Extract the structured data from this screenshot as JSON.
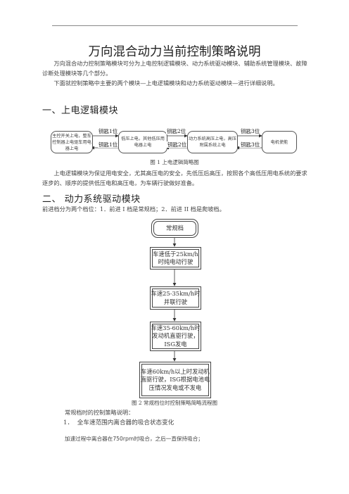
{
  "doc": {
    "title": "万向混合动力当前控制策略说明",
    "intro1": "万向混合动力控制策略模块可分为上电控制逻辑模块、动力系统驱动模块、辅助系统管理模块、故障诊断处理模块等几个部分。",
    "intro2": "下面就控制策略中主要的两个模块—上电逻辑模块和动力系统驱动模块—进行详细说明。",
    "section1": "一、上电逻辑模块",
    "fig1": {
      "boxes": [
        "主控开关上电，整车控制器上电驱车用电器上电",
        "低压上电，其他低压用电器上电",
        "动力系统高压上电，高压附属系统上电",
        "电机使能"
      ],
      "labels_top": [
        "钥匙1位",
        "钥匙2位",
        "钥匙3位"
      ],
      "labels_bottom": [
        "钥匙1位",
        "钥匙2位",
        "钥匙3位"
      ],
      "caption": "图 1  上电逻辑简略图"
    },
    "para1": "上电逻辑模块为保证用电安全，尤其高压电的安全，先低压后高压，按照各个高低压用电系统的要求逐步的、顺序的提供低压电和高压电，为车辆行驶做好准备。",
    "section2": "二、  动力系统驱动模块",
    "para2": "前进档分为两个档位：1．前进 I 档是常规档；2．前进 II 档是爬坡档。",
    "fig2": {
      "start": "常规档",
      "steps": [
        "车速低于25km/h时纯电动行驶",
        "车速25-35km/h时并联行驶",
        "车速35-60km/h时发动机直驱行驶，ISG发电",
        "车速60km/h以上时发动机直驱行驶，ISG根据电池电压情况发电或不发电"
      ],
      "caption": "图 2  常规档位时控制策略简略流程图"
    },
    "para3": "常规档时的控制策略说明：",
    "item1_num": "1．",
    "item1_text": "全车速范围内离合器的吸合状态变化",
    "para4": "加速过程中离合器在750rpm时吸合，之后一直保持吸合；"
  }
}
